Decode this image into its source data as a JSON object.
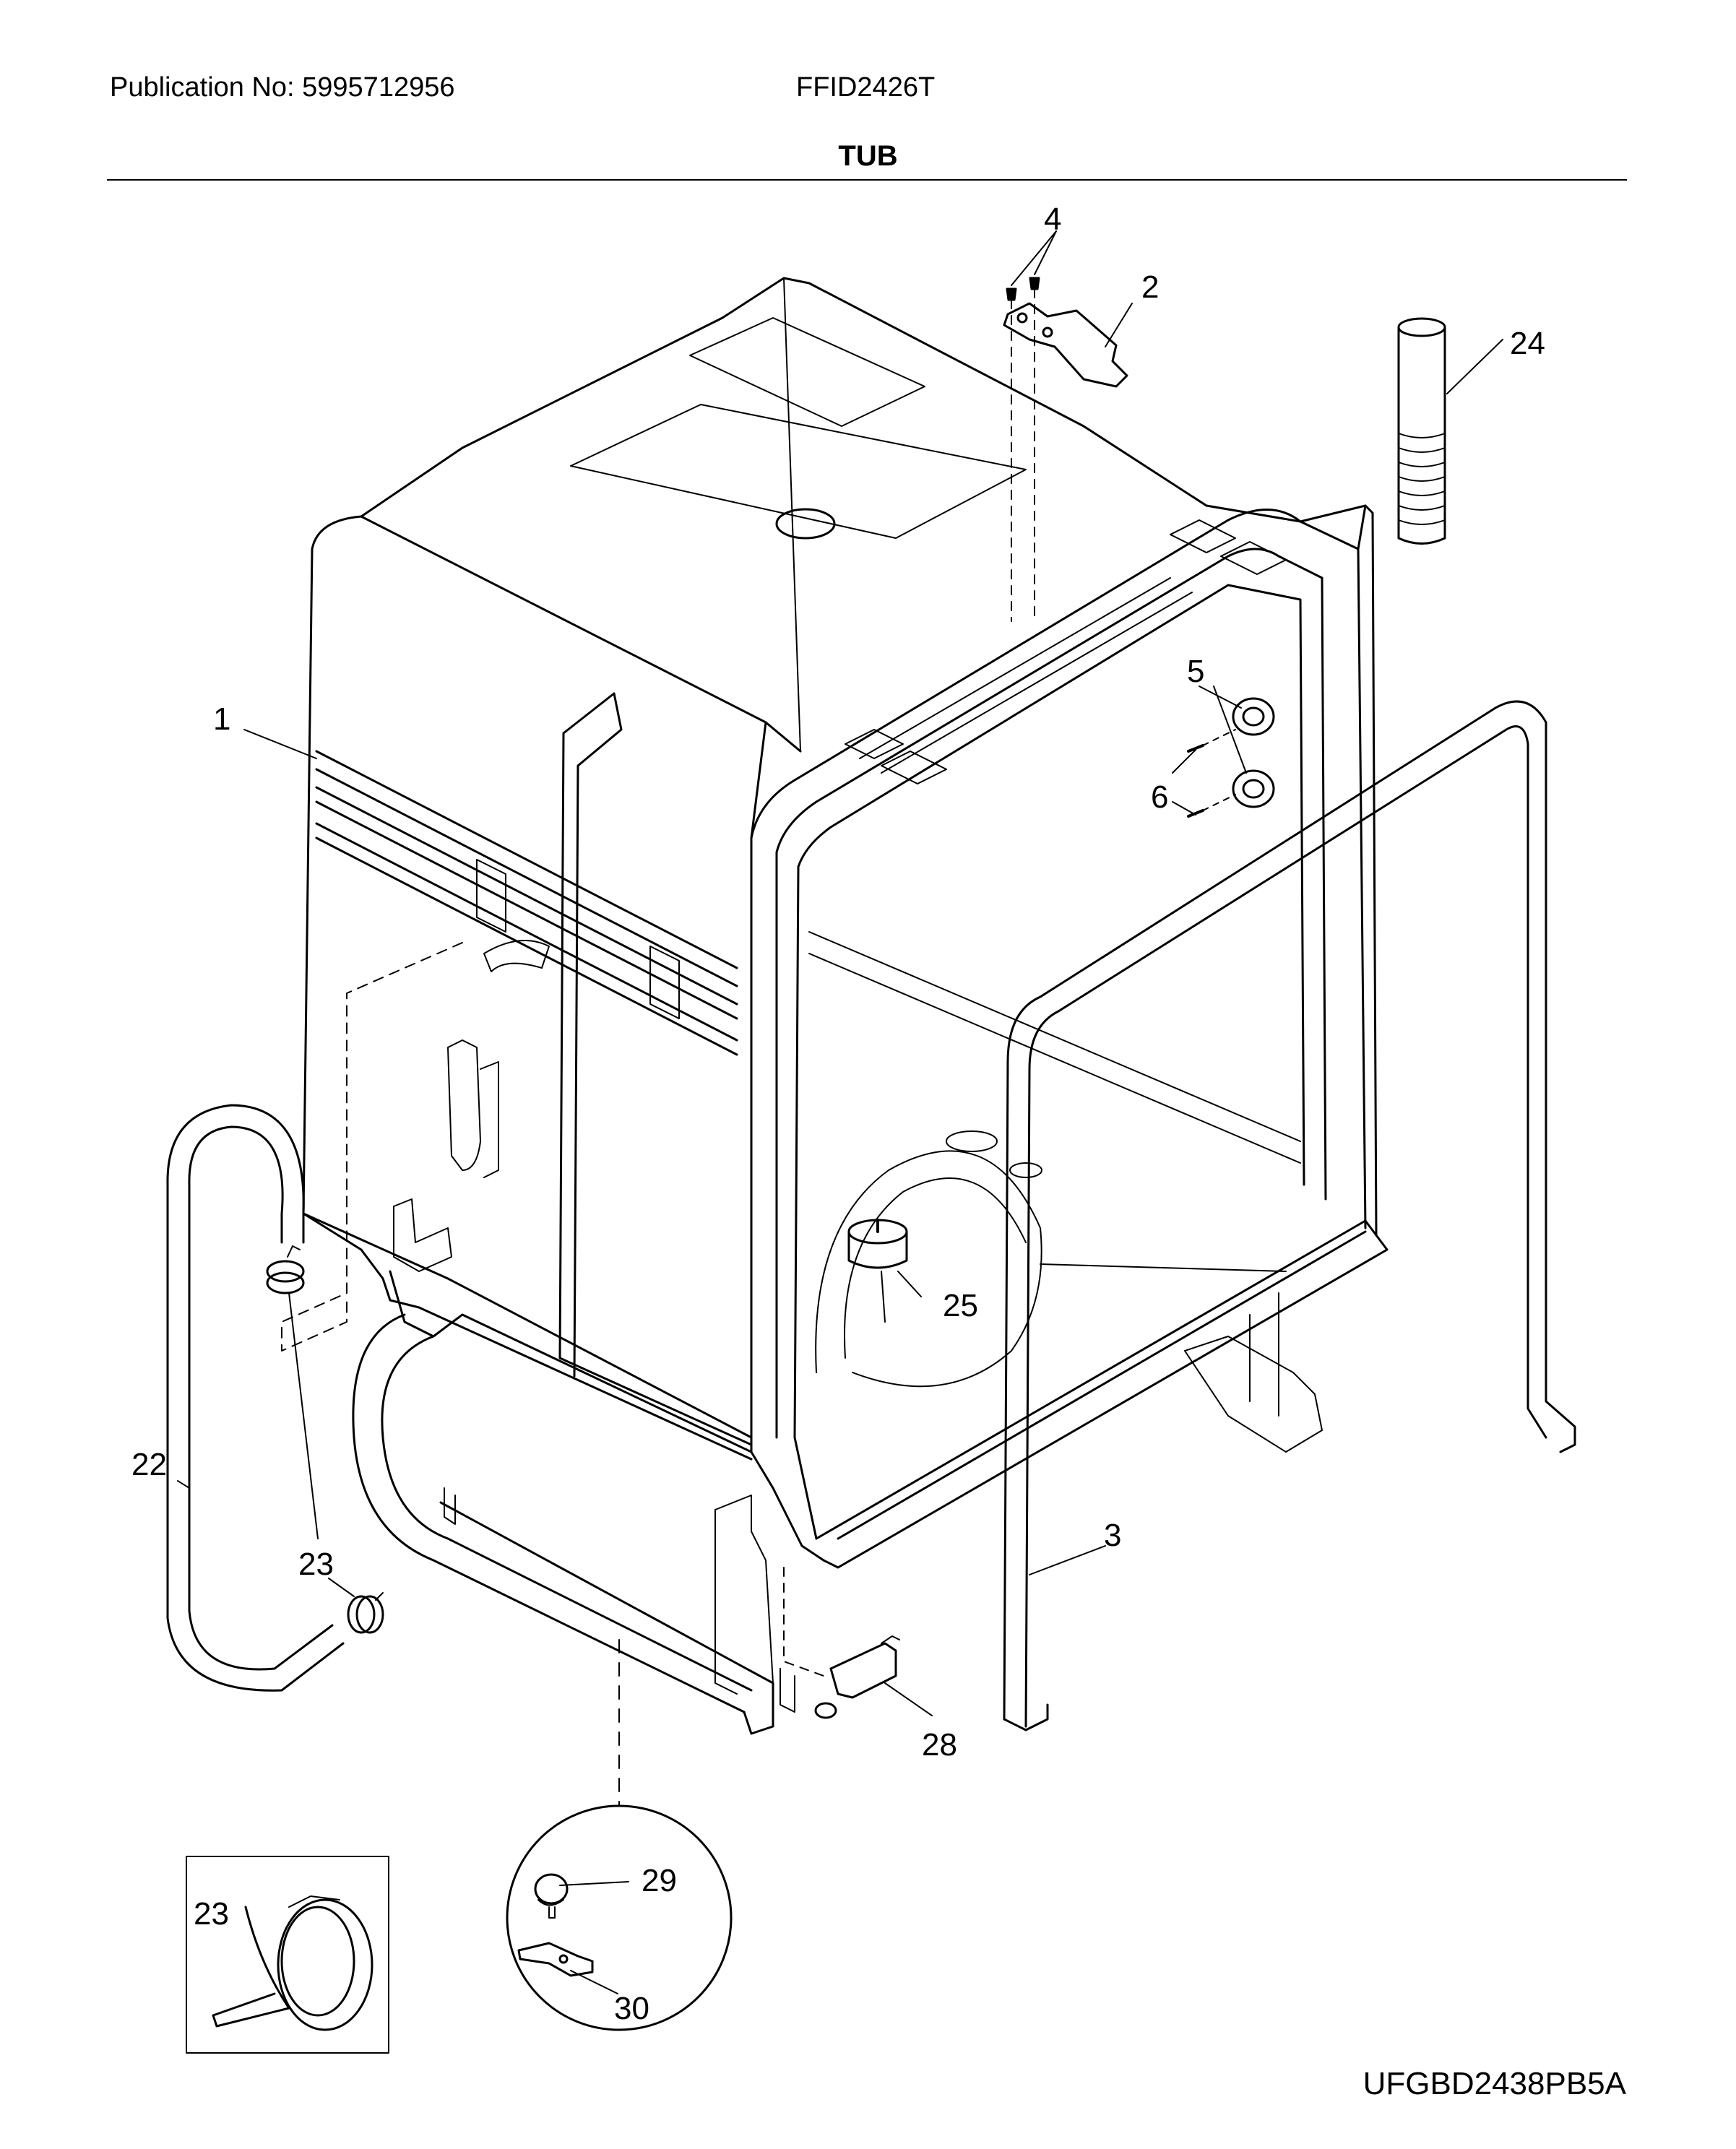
{
  "header": {
    "publication": "Publication No: 5995712956",
    "model": "FFID2426T",
    "title": "TUB"
  },
  "callouts": [
    {
      "id": "c1",
      "label": "1"
    },
    {
      "id": "c2",
      "label": "2"
    },
    {
      "id": "c3",
      "label": "3"
    },
    {
      "id": "c4",
      "label": "4"
    },
    {
      "id": "c5",
      "label": "5"
    },
    {
      "id": "c6",
      "label": "6"
    },
    {
      "id": "c22",
      "label": "22"
    },
    {
      "id": "c23",
      "label": "23"
    },
    {
      "id": "c24",
      "label": "24"
    },
    {
      "id": "c25",
      "label": "25"
    },
    {
      "id": "c28",
      "label": "28"
    },
    {
      "id": "c23b",
      "label": "23"
    },
    {
      "id": "c29",
      "label": "29"
    },
    {
      "id": "c30",
      "label": "30"
    }
  ],
  "footer": {
    "diagram_code": "UFGBD2438PB5A"
  }
}
